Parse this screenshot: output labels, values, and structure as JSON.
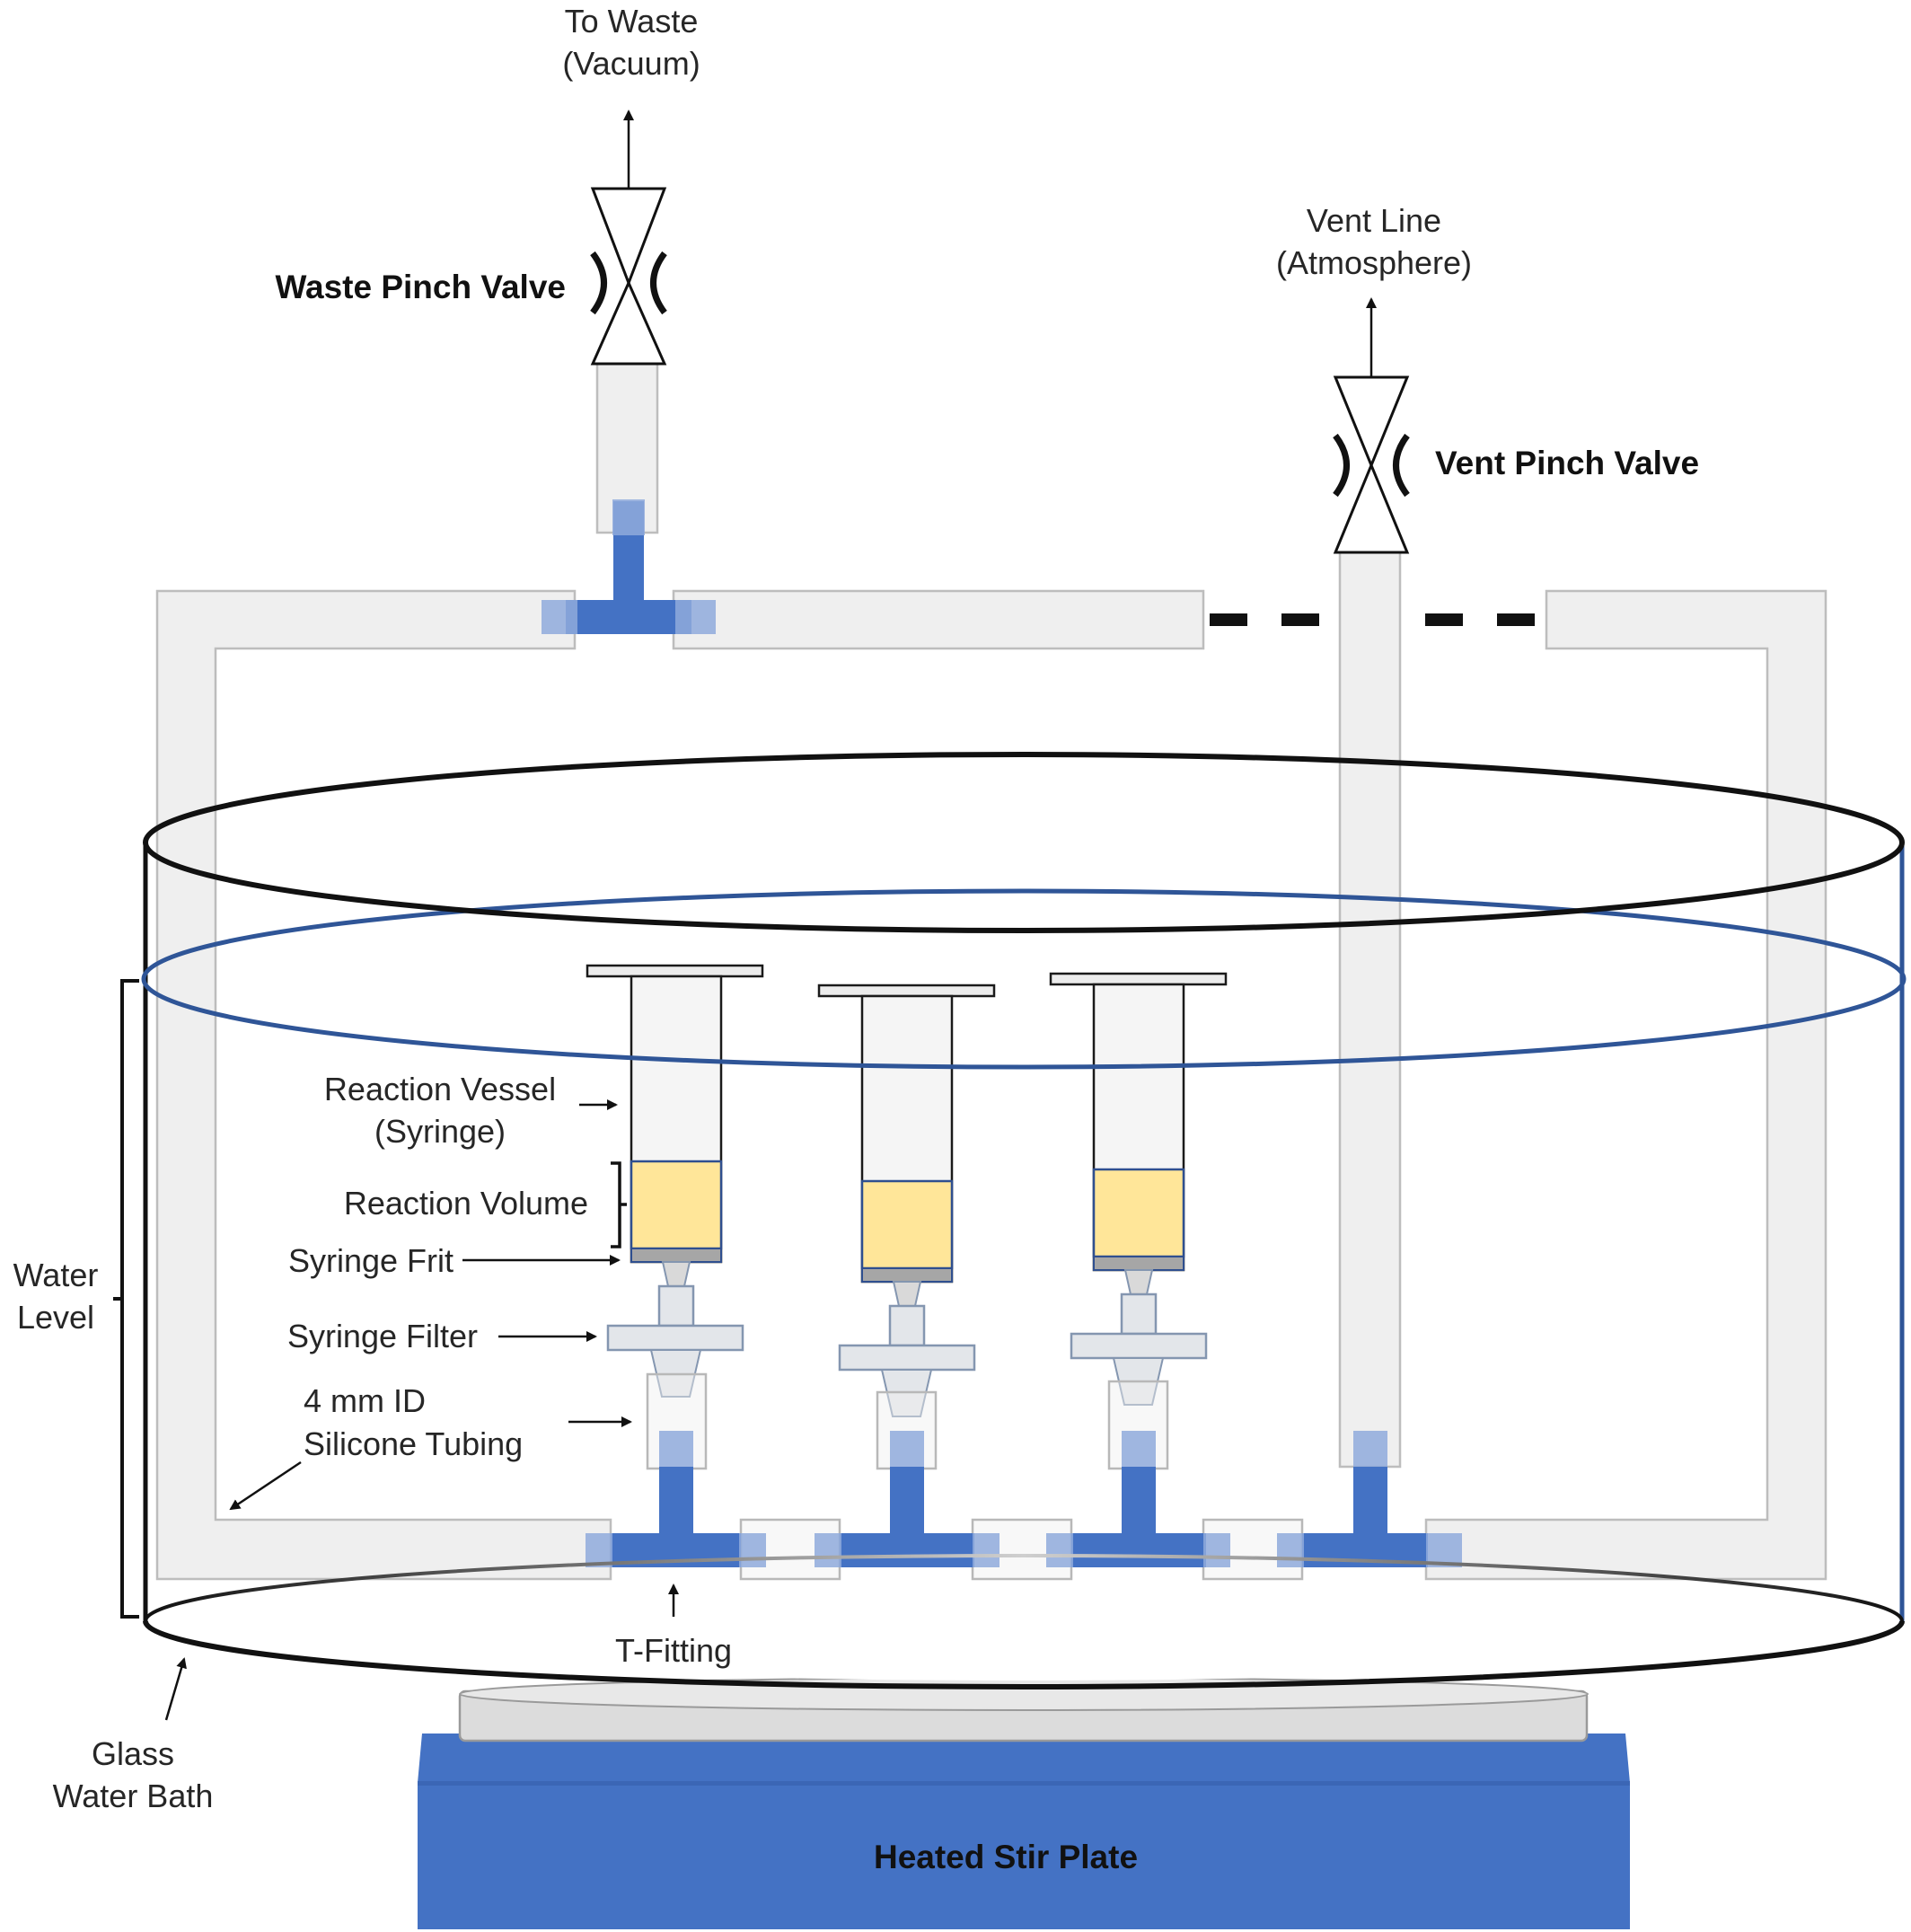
{
  "labels": {
    "to_waste_line1": "To Waste",
    "to_waste_line2": "(Vacuum)",
    "waste_pinch_valve": "Waste Pinch Valve",
    "vent_line_line1": "Vent Line",
    "vent_line_line2": "(Atmosphere)",
    "vent_pinch_valve": "Vent Pinch Valve",
    "reaction_vessel_line1": "Reaction Vessel",
    "reaction_vessel_line2": "(Syringe)",
    "reaction_volume": "Reaction Volume",
    "syringe_frit": "Syringe Frit",
    "syringe_filter": "Syringe Filter",
    "tubing_line1": "4 mm ID",
    "tubing_line2": "Silicone Tubing",
    "water_level_line1": "Water",
    "water_level_line2": "Level",
    "t_fitting": "T-Fitting",
    "glass_bath_line1": "Glass",
    "glass_bath_line2": "Water Bath",
    "heated_stir_plate": "Heated Stir Plate"
  },
  "colors": {
    "fitting_blue": "#4472c4",
    "stir_plate_blue": "#4472c4",
    "water_line_blue": "#2f5597",
    "reaction_liquid": "#ffe699",
    "tubing_gray": "#efefef",
    "frit_gray": "#a6a6a6"
  },
  "icons": [
    "pinch-valve-icon",
    "arrow-icon"
  ]
}
